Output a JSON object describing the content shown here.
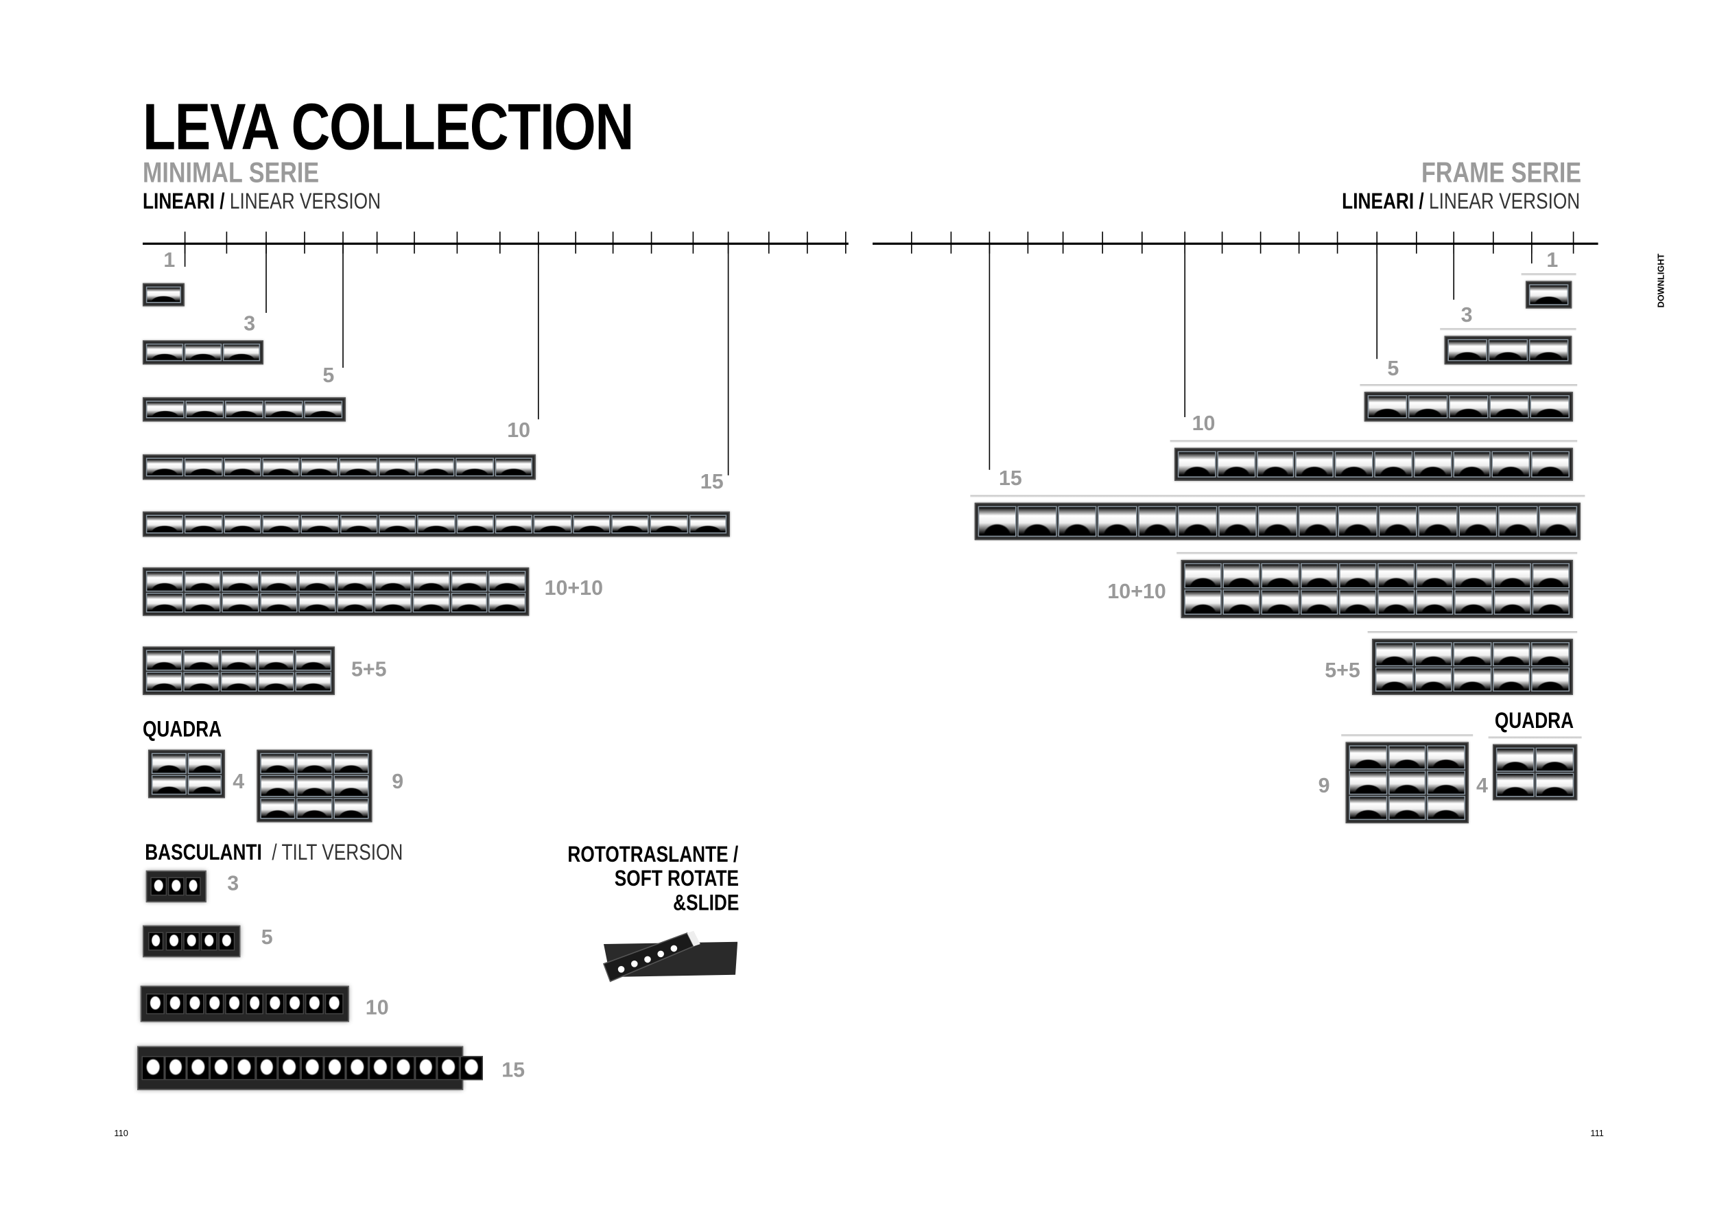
{
  "title": "LEVA COLLECTION",
  "side_tab": "DOWNLIGHT",
  "pages": {
    "left": "110",
    "right": "111"
  },
  "minimal": {
    "serie": "MINIMAL SERIE",
    "linear_bold": "LINEARI /",
    "linear_light": "LINEAR VERSION",
    "fixtures": [
      {
        "id": "m1",
        "label": "1",
        "cols": 1,
        "rows": 1
      },
      {
        "id": "m3",
        "label": "3",
        "cols": 3,
        "rows": 1
      },
      {
        "id": "m5",
        "label": "5",
        "cols": 5,
        "rows": 1
      },
      {
        "id": "m10",
        "label": "10",
        "cols": 10,
        "rows": 1
      },
      {
        "id": "m15",
        "label": "15",
        "cols": 15,
        "rows": 1
      },
      {
        "id": "m1010",
        "label": "10+10",
        "cols": 10,
        "rows": 2
      },
      {
        "id": "m55",
        "label": "5+5",
        "cols": 5,
        "rows": 2
      },
      {
        "id": "mq4",
        "label": "4",
        "cols": 2,
        "rows": 2
      },
      {
        "id": "mq9",
        "label": "9",
        "cols": 3,
        "rows": 3
      }
    ],
    "quadra": "QUADRA",
    "tilt_bold": "BASCULANTI",
    "tilt_light": "/ TILT VERSION",
    "tilt": [
      {
        "id": "t3",
        "label": "3",
        "count": 3
      },
      {
        "id": "t5",
        "label": "5",
        "count": 5
      },
      {
        "id": "t10",
        "label": "10",
        "count": 10
      },
      {
        "id": "t15",
        "label": "15",
        "count": 15
      }
    ],
    "roto": [
      "ROTOTRASLANTE /",
      "SOFT ROTATE",
      "&SLIDE"
    ]
  },
  "frame": {
    "serie": "FRAME SERIE",
    "linear_bold": "LINEARI /",
    "linear_light": "LINEAR VERSION",
    "fixtures": [
      {
        "id": "f1",
        "label": "1",
        "cols": 1,
        "rows": 1
      },
      {
        "id": "f3",
        "label": "3",
        "cols": 3,
        "rows": 1
      },
      {
        "id": "f5",
        "label": "5",
        "cols": 5,
        "rows": 1
      },
      {
        "id": "f10",
        "label": "10",
        "cols": 10,
        "rows": 1
      },
      {
        "id": "f15",
        "label": "15",
        "cols": 15,
        "rows": 1
      },
      {
        "id": "f1010",
        "label": "10+10",
        "cols": 10,
        "rows": 2
      },
      {
        "id": "f55",
        "label": "5+5",
        "cols": 5,
        "rows": 2
      },
      {
        "id": "fq9",
        "label": "9",
        "cols": 3,
        "rows": 3
      },
      {
        "id": "fq4",
        "label": "4",
        "cols": 2,
        "rows": 2
      }
    ],
    "quadra": "QUADRA"
  }
}
